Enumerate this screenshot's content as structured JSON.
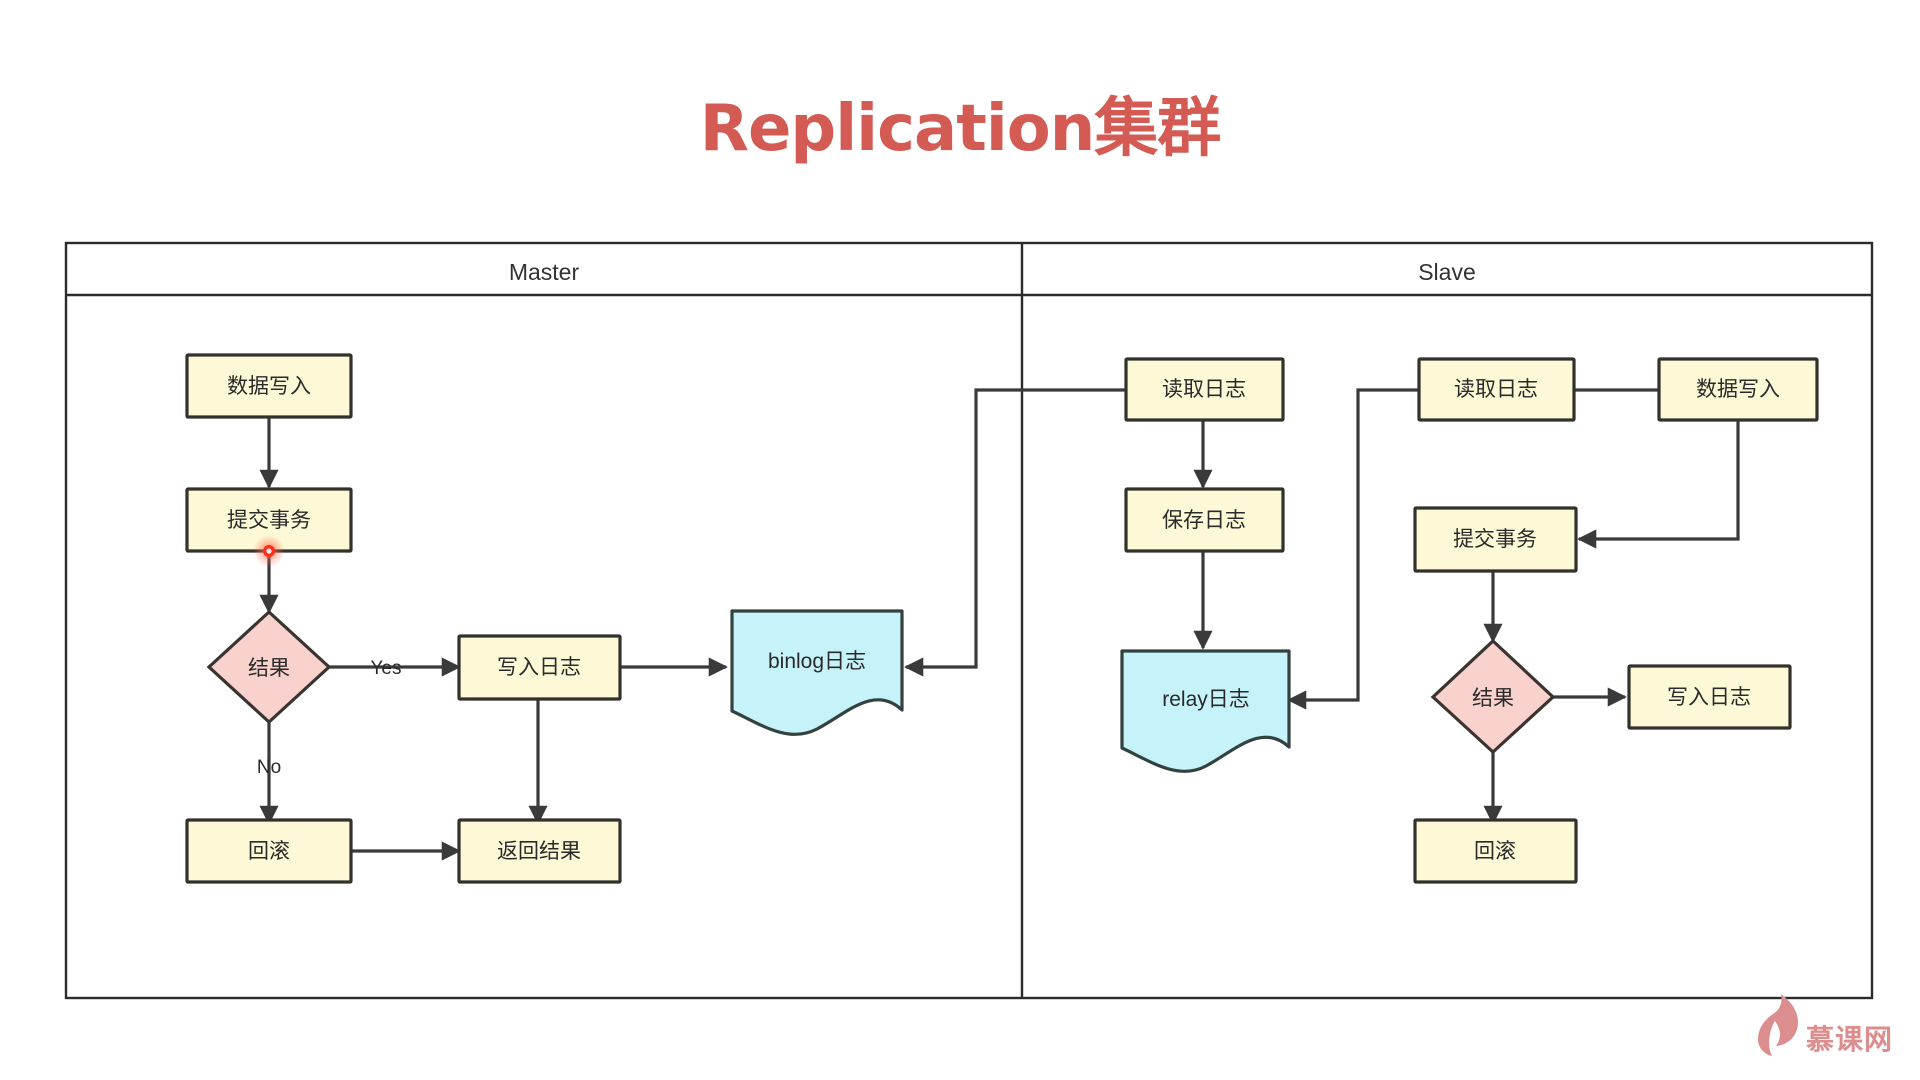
{
  "page": {
    "title": "Replication集群",
    "title_color": "#d45b53",
    "background": "#ffffff"
  },
  "colors": {
    "process_fill": "#fdf9d7",
    "process_stroke": "#33312c",
    "decision_fill": "#f9d2ce",
    "decision_stroke": "#3a3330",
    "document_fill": "#c6f2fa",
    "document_stroke": "#33413f",
    "connector": "#3a3a3a",
    "frame": "#2b2b2b",
    "marker_dot": "#ff2d1a",
    "brand": "#dc8d8d"
  },
  "lanes": [
    {
      "name": "master",
      "label": "Master"
    },
    {
      "name": "slave",
      "label": "Slave"
    }
  ],
  "nodes": {
    "master": [
      {
        "id": "m-data-write",
        "label": "数据写入",
        "shape": "process"
      },
      {
        "id": "m-commit-tx",
        "label": "提交事务",
        "shape": "process"
      },
      {
        "id": "m-result",
        "label": "结果",
        "shape": "decision"
      },
      {
        "id": "m-write-log",
        "label": "写入日志",
        "shape": "process"
      },
      {
        "id": "m-binlog",
        "label": "binlog日志",
        "shape": "document"
      },
      {
        "id": "m-rollback",
        "label": "回滚",
        "shape": "process"
      },
      {
        "id": "m-return-result",
        "label": "返回结果",
        "shape": "process"
      }
    ],
    "slave": [
      {
        "id": "s-read-log-1",
        "label": "读取日志",
        "shape": "process"
      },
      {
        "id": "s-save-log",
        "label": "保存日志",
        "shape": "process"
      },
      {
        "id": "s-relay",
        "label": "relay日志",
        "shape": "document"
      },
      {
        "id": "s-read-log-2",
        "label": "读取日志",
        "shape": "process"
      },
      {
        "id": "s-data-write",
        "label": "数据写入",
        "shape": "process"
      },
      {
        "id": "s-commit-tx",
        "label": "提交事务",
        "shape": "process"
      },
      {
        "id": "s-result",
        "label": "结果",
        "shape": "decision"
      },
      {
        "id": "s-write-log",
        "label": "写入日志",
        "shape": "process"
      },
      {
        "id": "s-rollback",
        "label": "回滚",
        "shape": "process"
      }
    ]
  },
  "edge_labels": {
    "yes": "Yes",
    "no": "No"
  },
  "brand": {
    "name": "慕课网",
    "icon": "flame-icon"
  }
}
